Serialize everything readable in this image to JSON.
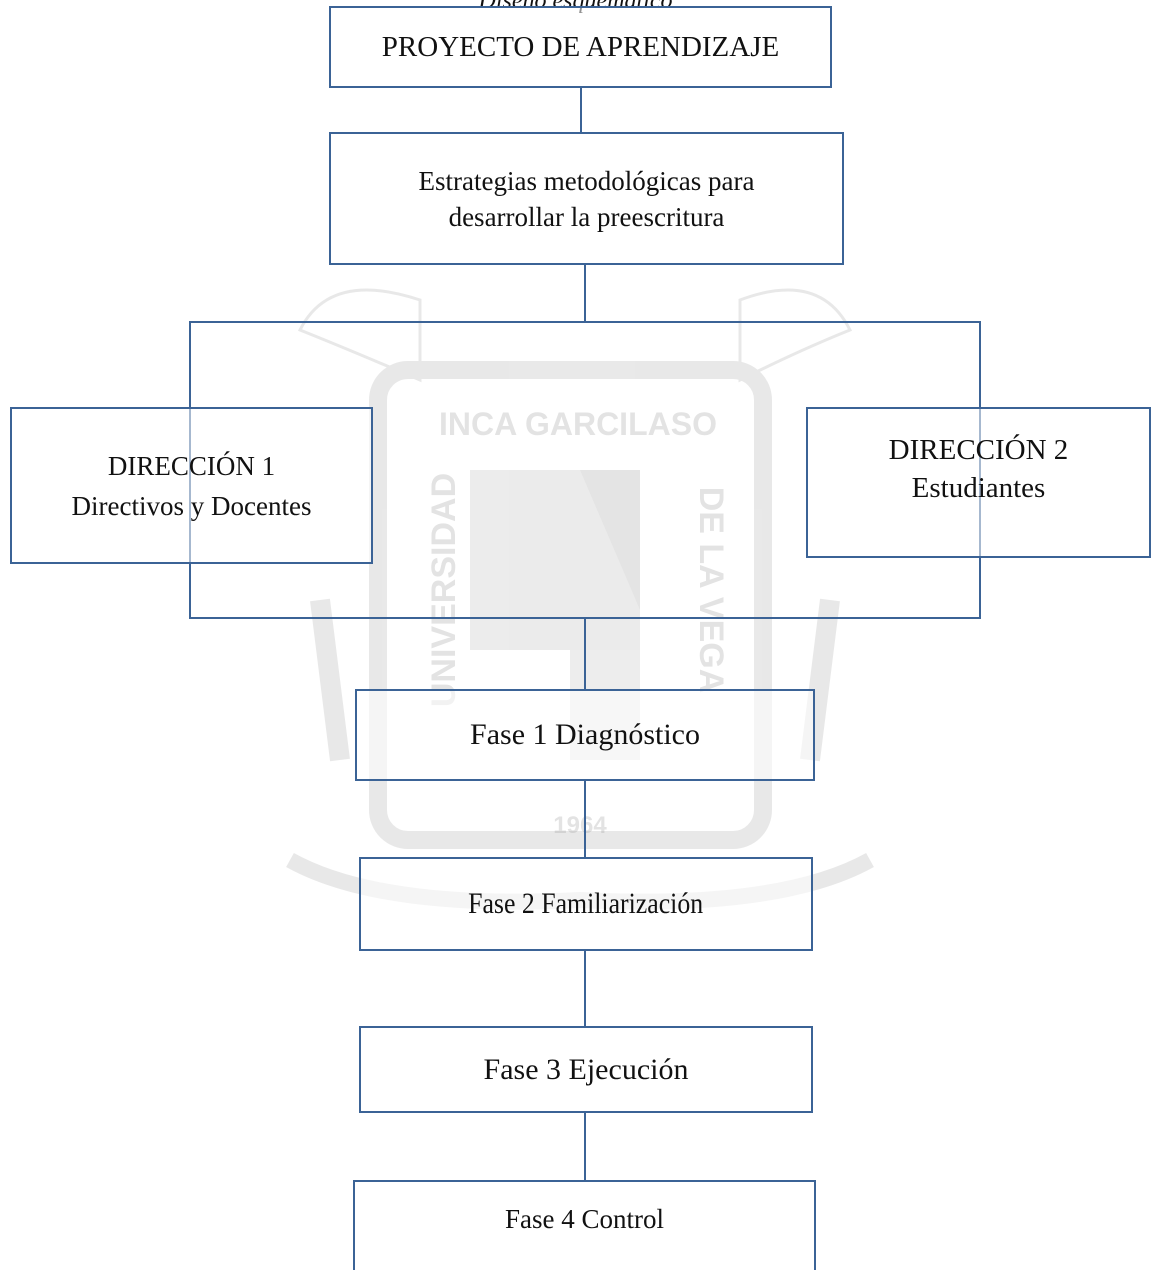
{
  "caption": "Diseño esquemático",
  "watermark": {
    "top_text": "INCA GARCILASO",
    "left_text": "UNIVERSIDAD",
    "right_text": "DE LA VEGA",
    "year": "1964"
  },
  "nodes": {
    "proyecto": "PROYECTO DE APRENDIZAJE",
    "estrategias": {
      "line1": "Estrategias metodológicas para",
      "line2": "desarrollar la preescritura"
    },
    "direccion1": {
      "title": "DIRECCIÓN 1",
      "subtitle": "Directivos y Docentes"
    },
    "direccion2": {
      "title": "DIRECCIÓN  2",
      "subtitle": "Estudiantes"
    },
    "fase1": "Fase 1 Diagnóstico",
    "fase2": "Fase 2 Familiarización",
    "fase3": "Fase 3 Ejecución",
    "fase4": "Fase 4 Control"
  },
  "colors": {
    "box_border": "#3b6396",
    "connector": "#3b6396",
    "watermark": "#cfcfcf"
  }
}
